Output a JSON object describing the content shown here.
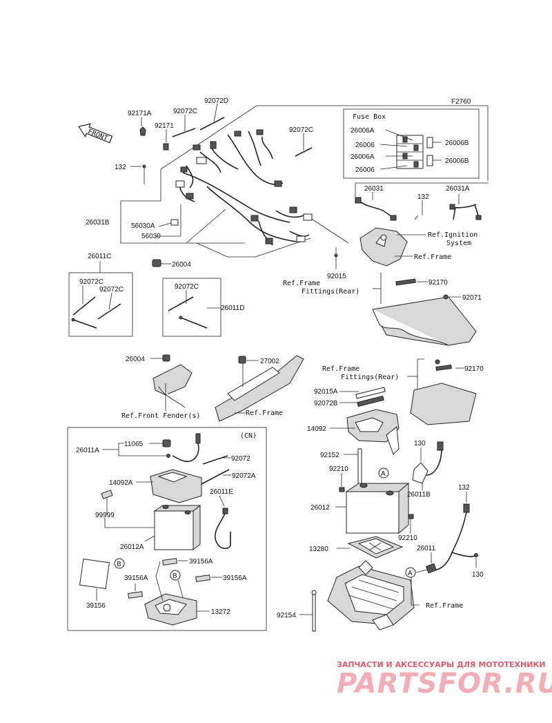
{
  "page": {
    "code": "F2760",
    "fuse_box_title": "Fuse Box",
    "cn_label": "(CN)"
  },
  "callouts": {
    "p92072D": "92072D",
    "p92171A": "92171A",
    "p92072C_top": "92072C",
    "p92171": "92171",
    "p92072C_mid": "92072C",
    "p132_top": "132",
    "p26031B": "26031B",
    "p56030A": "56030A",
    "p56030": "56030",
    "p26004_top": "26004",
    "p92015": "92015",
    "p26031": "26031",
    "p132_ign": "132",
    "p26031A": "26031A",
    "p26006A_1": "26006A",
    "p26006": "26006",
    "p26006A_2": "26006A",
    "p26006_2": "26006",
    "p26006B_1": "26006B",
    "p26006B_2": "26006B",
    "p26011C": "26011C",
    "p92072C_c1": "92072C",
    "p92072C_c2": "92072C",
    "p92072C_d": "92072C",
    "p26011D": "26011D",
    "p92170_top": "92170",
    "p92071": "92071",
    "p26004_mid": "26004",
    "p27002": "27002",
    "p92170_mid": "92170",
    "p92015A": "92015A",
    "p92072B": "92072B",
    "p14092": "14092",
    "p92152": "92152",
    "p130_top": "130",
    "p92210_1": "92210",
    "p26011B": "26011B",
    "p132_bot": "132",
    "p26012": "26012",
    "p92210_2": "92210",
    "p13280": "13280",
    "p26011": "26011",
    "p130_bot": "130",
    "p92154": "92154",
    "p26011A": "26011A",
    "p11065": "11065",
    "p92072": "92072",
    "p92072A": "92072A",
    "p14092A": "14092A",
    "p26011E": "26011E",
    "p99999": "99999",
    "p26012A": "26012A",
    "p39156A_1": "39156A",
    "p39156A_2": "39156A",
    "p39156A_3": "39156A",
    "p39156": "39156",
    "p13272": "13272"
  },
  "references": {
    "ignition_1": "Ref.Ignition",
    "ignition_2": "System",
    "frame_1": "Ref.Frame",
    "frame_fittings_1a": "Ref.Frame",
    "frame_fittings_1b": "Fittings(Rear)",
    "front_fenders": "Ref.Front Fender(s)",
    "frame_2": "Ref.Frame",
    "frame_fittings_2a": "Ref.Frame",
    "frame_fittings_2b": "Fittings(Rear)",
    "frame_3": "Ref.Frame"
  },
  "markers": {
    "A": "A",
    "B": "B"
  },
  "front_arrow": "FRONT",
  "watermark": {
    "line1": "ЗАПЧАСТИ И АКСЕССУАРЫ ДЛЯ МОТОТЕХНИКИ",
    "line2": "PARTSFOR.RU"
  }
}
